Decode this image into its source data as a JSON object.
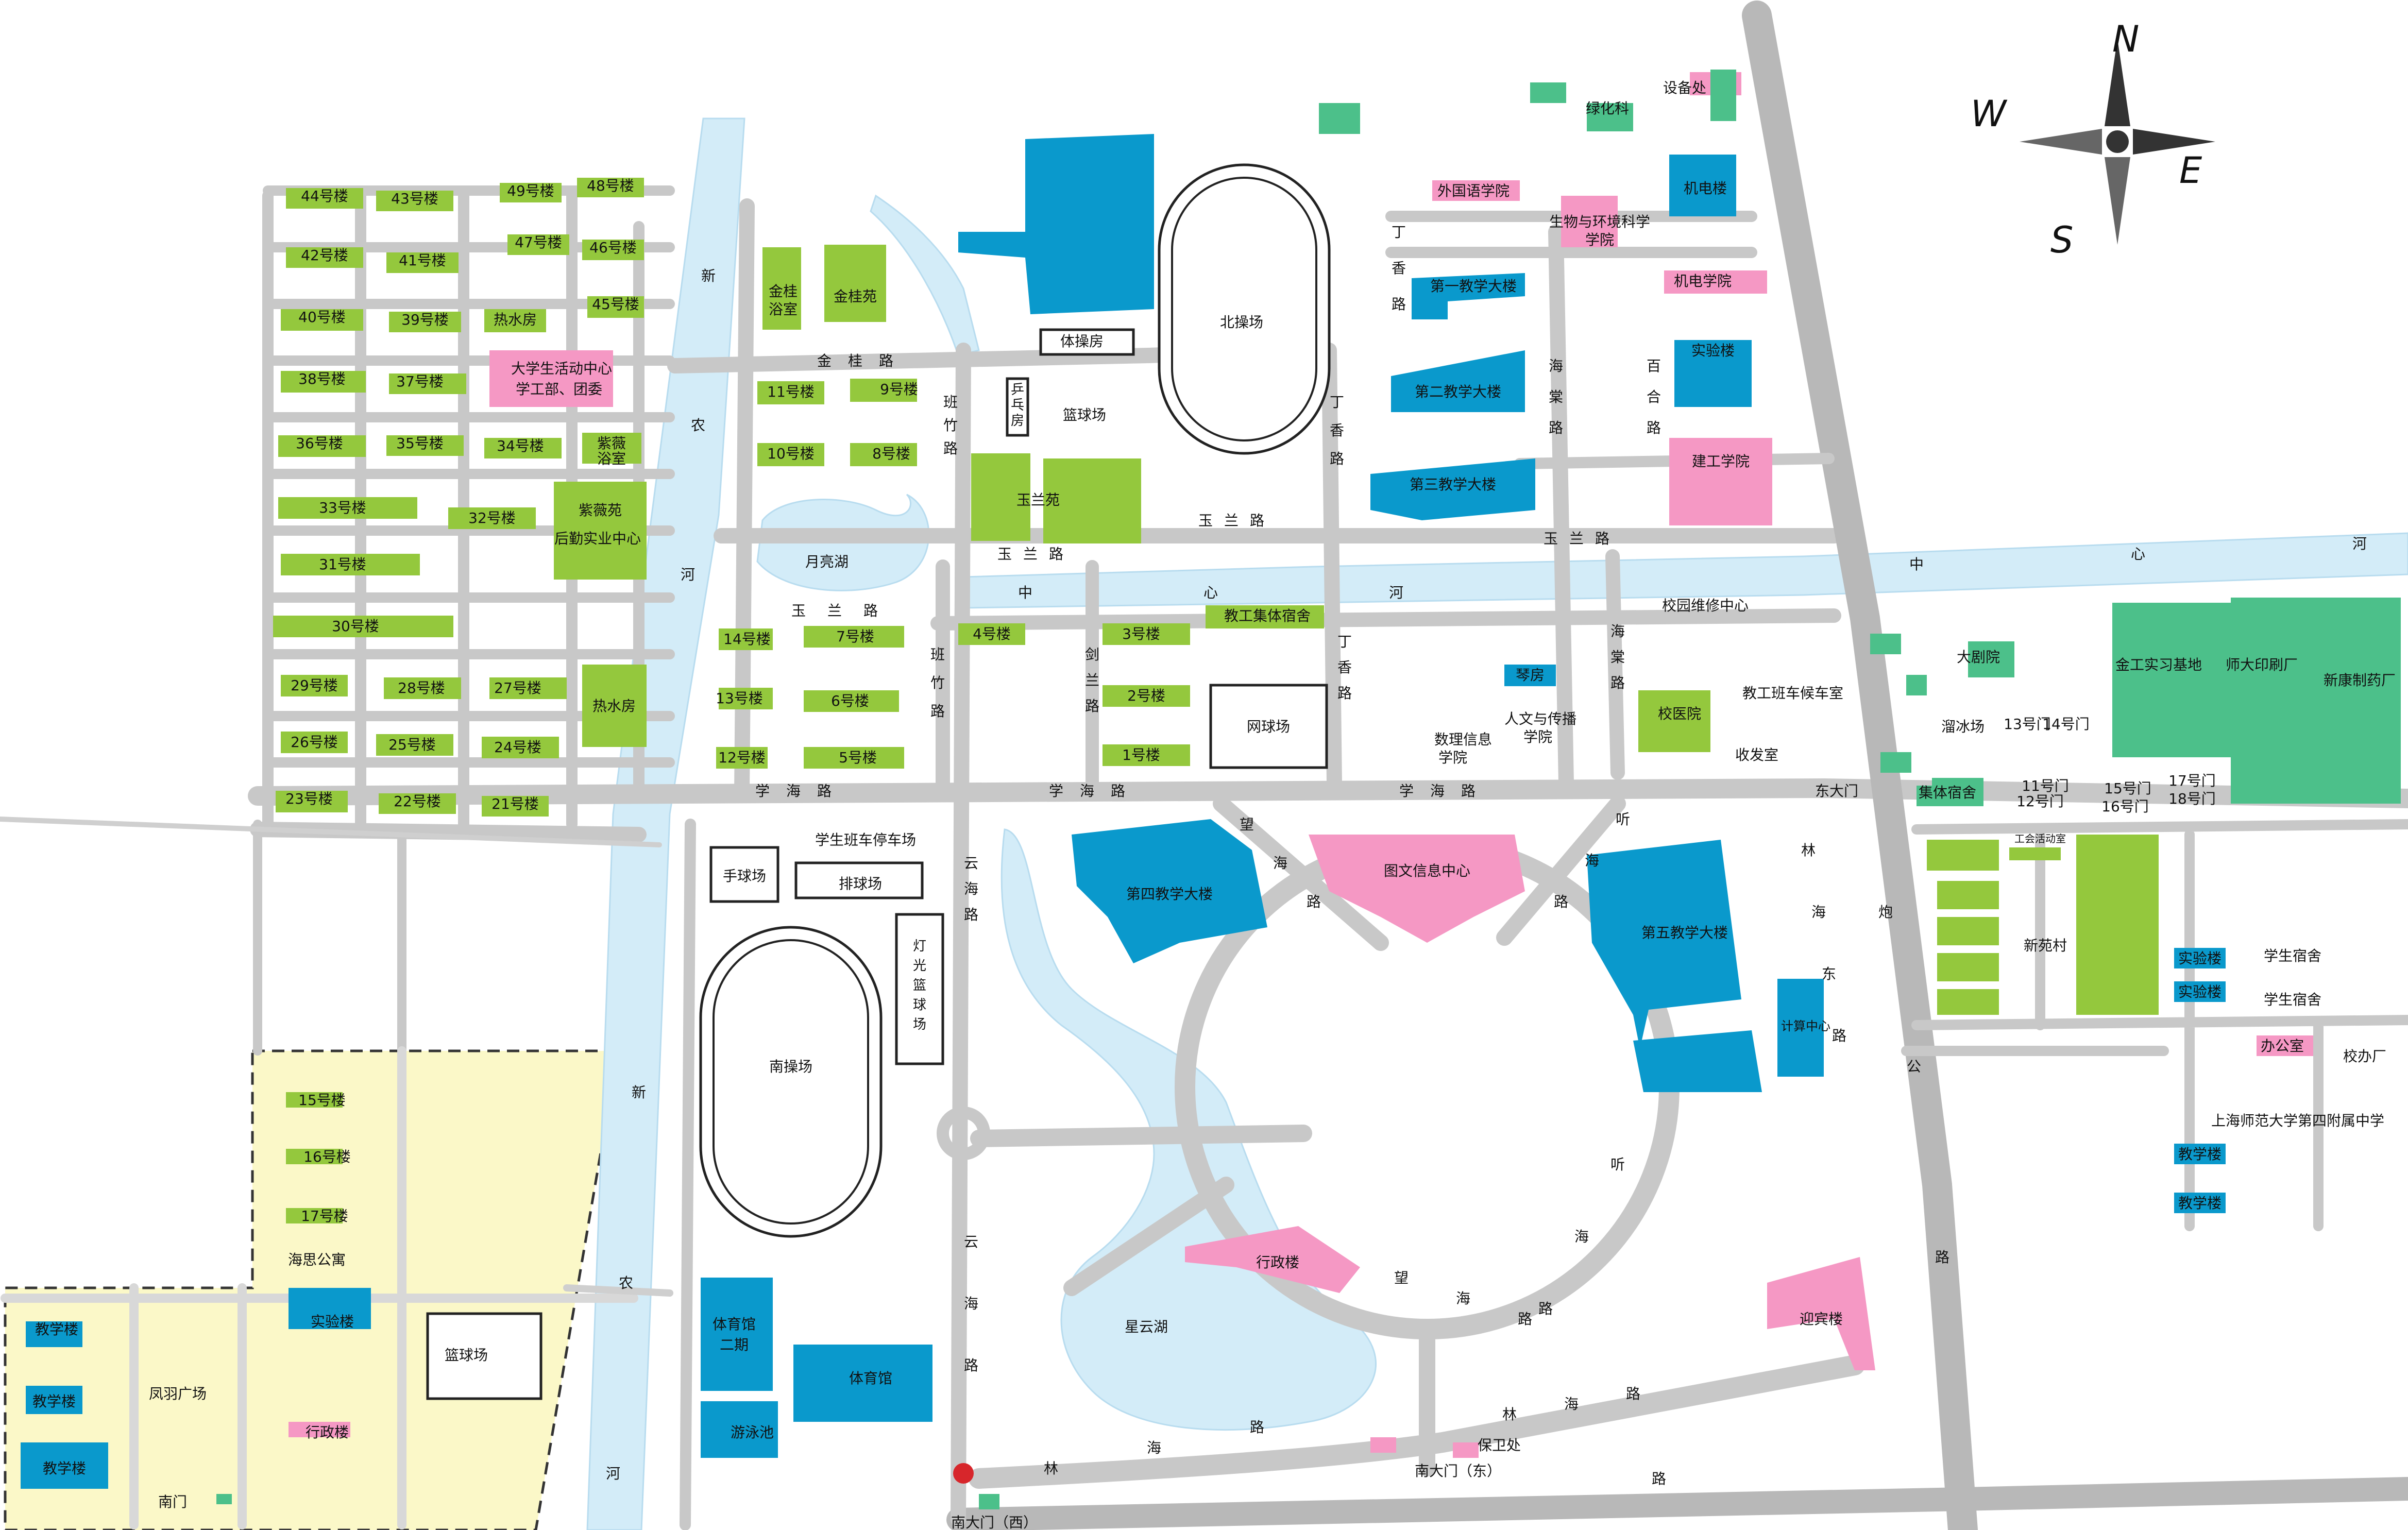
{
  "colors": {
    "road": "#c8c8c8",
    "water": "#d3ecf8",
    "green_building": "#94c83d",
    "blue_building": "#0a99cc",
    "pink_building": "#f598c4",
    "teal_building": "#4cc08a",
    "annex_fill": "#fbf8c8",
    "marker": "#d7262b"
  },
  "compass": {
    "N": "N",
    "E": "E",
    "S": "S",
    "W": "W"
  },
  "labels": {
    "b44": "44号楼",
    "b43": "43号楼",
    "b49": "49号楼",
    "b48": "48号楼",
    "b42": "42号楼",
    "b41": "41号楼",
    "b47": "47号楼",
    "b46": "46号楼",
    "b40": "40号楼",
    "b39": "39号楼",
    "b45": "45号楼",
    "b38": "38号楼",
    "b37": "37号楼",
    "b36": "36号楼",
    "b35": "35号楼",
    "b34": "34号楼",
    "b33": "33号楼",
    "b32": "32号楼",
    "b31": "31号楼",
    "b30": "30号楼",
    "b29": "29号楼",
    "b28": "28号楼",
    "b27": "27号楼",
    "b26": "26号楼",
    "b25": "25号楼",
    "b24": "24号楼",
    "b23": "23号楼",
    "b22": "22号楼",
    "b21": "21号楼",
    "reshuifang1": "热水房",
    "reshuifang2": "热水房",
    "student_center_1": "大学生活动中心",
    "student_center_2": "学工部、团委",
    "ziwei_bath_1": "紫薇",
    "ziwei_bath_2": "浴室",
    "ziweiyuan": "紫薇苑",
    "houqin": "后勤实业中心",
    "jingui_bath_1": "金桂",
    "jingui_bath_2": "浴室",
    "jinguiyuan": "金桂苑",
    "b11": "11号楼",
    "b9": "9号楼",
    "b10": "10号楼",
    "b8": "8号楼",
    "b14": "14号楼",
    "b7": "7号楼",
    "b4": "4号楼",
    "b13": "13号楼",
    "b6": "6号楼",
    "b12": "12号楼",
    "b5": "5号楼",
    "b3": "3号楼",
    "b2": "2号楼",
    "b1": "1号楼",
    "yulanyuan": "玉兰苑",
    "yueliang_lake": "月亮湖",
    "tichaofang": "体操房",
    "pingpang": "乒乓房",
    "lanqiuchang": "篮球场",
    "north_field": "北操场",
    "south_field": "南操场",
    "jiaogong_dorm": "教工集体宿舍",
    "tennis": "网球场",
    "handball": "手球场",
    "volleyball": "排球场",
    "light_basketball": "灯光篮球场",
    "bus_parking": "学生班车停车场",
    "gym2_1": "体育馆",
    "gym2_2": "二期",
    "gym": "体育馆",
    "swim": "游泳池",
    "xingyun_lake": "星云湖",
    "admin": "行政楼",
    "library": "图文信息中心",
    "jiao4": "第四教学大楼",
    "jiao5": "第五教学大楼",
    "computer": "计算中心",
    "jiao1": "第一教学大楼",
    "jiao2": "第二教学大楼",
    "jiao3": "第三教学大楼",
    "waiguoyu": "外国语学院",
    "shengwu_1": "生物与环境科学",
    "shengwu_2": "学院",
    "jidian_bld": "机电楼",
    "jidian_college": "机电学院",
    "shiyan_bld": "实验楼",
    "jiangong": "建工学院",
    "shebei": "设备处",
    "lvhua": "绿化科",
    "weixiu": "校园维修中心",
    "shuli_1": "数理信息",
    "shuli_2": "学院",
    "qinfang": "琴房",
    "renwen_1": "人文与传播",
    "renwen_2": "学院",
    "clinic": "校医院",
    "bus_wait": "教工班车候车室",
    "mailroom": "收发室",
    "east_gate": "东大门",
    "south_gate_e": "南大门（东）",
    "south_gate_w": "南大门（西）",
    "security": "保卫处",
    "guest": "迎宾楼",
    "theatre": "大剧院",
    "skating": "溜冰场",
    "gate13": "13号门",
    "gate14": "14号门",
    "jiti_dorm": "集体宿舍",
    "gate11": "11号门",
    "gate12": "12号门",
    "gate15": "15号门",
    "gate16": "16号门",
    "gate17": "17号门",
    "gate18": "18号门",
    "jingong": "金工实习基地",
    "print_factory": "师大印刷厂",
    "pharma": "新康制药厂",
    "union": "工会活动室",
    "xinyuan": "新苑村",
    "lab_e1": "实验楼",
    "lab_e2": "实验楼",
    "dorm_e1": "学生宿舍",
    "dorm_e2": "学生宿舍",
    "office": "办公室",
    "school_office": "校办厂",
    "affiliated_school": "上海师范大学第四附属中学",
    "teach_e1": "教学楼",
    "teach_e2": "教学楼",
    "b15": "15号楼",
    "b16": "16号楼",
    "b17": "17号楼",
    "haisi": "海思公寓",
    "lab_sw": "实验楼",
    "basketball_sw": "篮球场",
    "fengyu": "凤羽广场",
    "admin_sw": "行政楼",
    "teach_sw1": "教学楼",
    "teach_sw2": "教学楼",
    "teach_sw3": "教学楼",
    "south_gate": "南门"
  },
  "roads": {
    "jingui_road": [
      "金",
      "桂",
      "路"
    ],
    "banzhu_road_n": [
      "班",
      "竹",
      "路"
    ],
    "banzhu_road_s": [
      "班",
      "竹",
      "路"
    ],
    "yulan_road_w": [
      "玉",
      "兰",
      "路"
    ],
    "yulan_road_mid": [
      "玉",
      "兰",
      "路"
    ],
    "yulan_road_e": [
      "玉",
      "兰",
      "路"
    ],
    "yulan_road_s": [
      "玉",
      "兰",
      "路"
    ],
    "dingxiang_n": [
      "丁",
      "香",
      "路"
    ],
    "dingxiang_mid": [
      "丁",
      "香",
      "路"
    ],
    "dingxiang_s": [
      "丁",
      "香",
      "路"
    ],
    "haitang_n": [
      "海",
      "棠",
      "路"
    ],
    "haitang_s": [
      "海",
      "棠",
      "路"
    ],
    "baihe": [
      "百",
      "合",
      "路"
    ],
    "jianlan": [
      "剑",
      "兰",
      "路"
    ],
    "xuehai_w": [
      "学",
      "海",
      "路"
    ],
    "xuehai_mid": [
      "学",
      "海",
      "路"
    ],
    "xuehai_e": [
      "学",
      "海",
      "路"
    ],
    "yunhai_n": [
      "云",
      "海",
      "路"
    ],
    "yunhai_s": [
      "云",
      "海",
      "路"
    ],
    "wanghai_w": [
      "望",
      "海",
      "路"
    ],
    "tinghai_n": [
      "听",
      "海",
      "路"
    ],
    "tinghai_s": [
      "听",
      "海",
      "路"
    ],
    "wanghai_s": [
      "望",
      "海",
      "路"
    ],
    "linhai_w": [
      "林",
      "海",
      "路"
    ],
    "linhai_e": [
      "林",
      "海",
      "路"
    ],
    "linhai_n": [
      "林",
      "海",
      "东",
      "路"
    ],
    "huapao": [
      "炮",
      "公"
    ],
    "huapao_lu": [
      "路"
    ],
    "xinnong_n": [
      "新",
      "农",
      "河"
    ],
    "xinnong_s": [
      "新",
      "农",
      "河"
    ],
    "zhongxin_w": [
      "中",
      "心",
      "河"
    ],
    "zhongxin_e": [
      "中",
      "心",
      "河"
    ],
    "east_road": [
      "路"
    ]
  }
}
